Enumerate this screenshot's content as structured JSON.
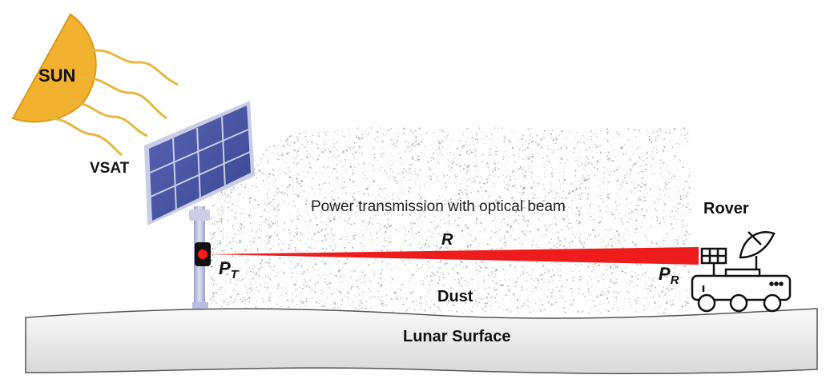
{
  "labels": {
    "sun": "SUN",
    "vsat": "VSAT",
    "beam_description": "Power transmission with optical beam",
    "range": "R",
    "transmit_power_main": "P",
    "transmit_power_sub": "T",
    "receive_power_main": "P",
    "receive_power_sub": "R",
    "dust": "Dust",
    "rover": "Rover",
    "surface": "Lunar Surface"
  },
  "colors": {
    "sun": "#f2b230",
    "sun_rays": "#e6b840",
    "panel": "#4a58a8",
    "panel_frame": "#c9cde6",
    "beam": "#ee1c1c",
    "surface_fill": "#eeeeee",
    "dust": "#9a9a9a",
    "rover_outline": "#111111"
  },
  "icons": [
    "sun-icon",
    "solar-panel-icon",
    "laser-transmitter-icon",
    "rover-icon",
    "satellite-dish-icon"
  ]
}
